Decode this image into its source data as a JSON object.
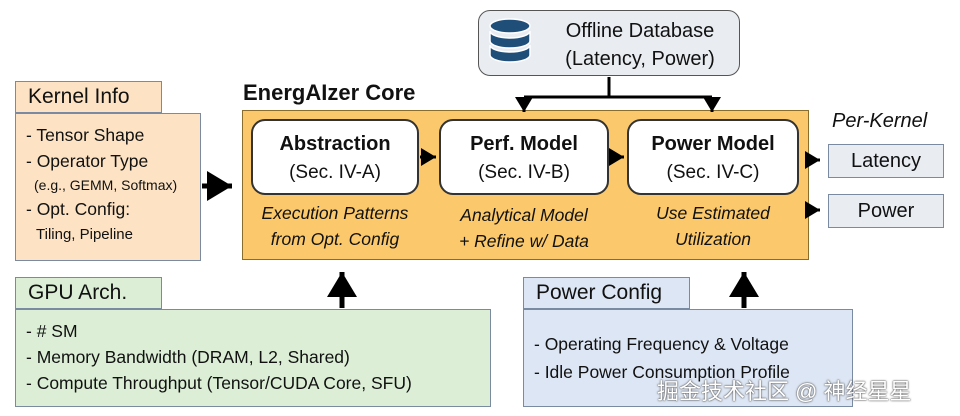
{
  "database": {
    "title": "Offline Database",
    "subtitle": "(Latency, Power)"
  },
  "core": {
    "title": "EnergAIzer Core",
    "modules": [
      {
        "title": "Abstraction",
        "section": "(Sec. IV-A)",
        "caption": [
          "Execution Patterns",
          "from Opt. Config"
        ]
      },
      {
        "title": "Perf. Model",
        "section": "(Sec. IV-B)",
        "caption": [
          "Analytical Model",
          "+ Refine w/ Data"
        ]
      },
      {
        "title": "Power Model",
        "section": "(Sec. IV-C)",
        "caption": [
          "Use Estimated",
          "Utilization"
        ]
      }
    ]
  },
  "kernel_info": {
    "title": "Kernel Info",
    "items": [
      "- Tensor Shape",
      "- Operator Type",
      "(e.g., GEMM, Softmax)",
      "- Opt. Config:",
      "Tiling, Pipeline"
    ]
  },
  "gpu_arch": {
    "title": "GPU Arch.",
    "items": [
      "- # SM",
      "- Memory Bandwidth (DRAM, L2, Shared)",
      "- Compute Throughput (Tensor/CUDA Core, SFU)"
    ]
  },
  "power_config": {
    "title": "Power Config",
    "items": [
      "- Operating Frequency & Voltage",
      "- Idle Power Consumption Profile"
    ]
  },
  "outputs": {
    "label": "Per-Kernel",
    "items": [
      "Latency",
      "Power"
    ]
  },
  "watermark": "掘金技术社区 @ 神经星星",
  "colors": {
    "core_fill": "#fbc96b",
    "kernel_fill": "#fde3c4",
    "gpu_fill": "#dcefd6",
    "power_fill": "#dde6f4",
    "db_icon": "#1f4e79"
  }
}
